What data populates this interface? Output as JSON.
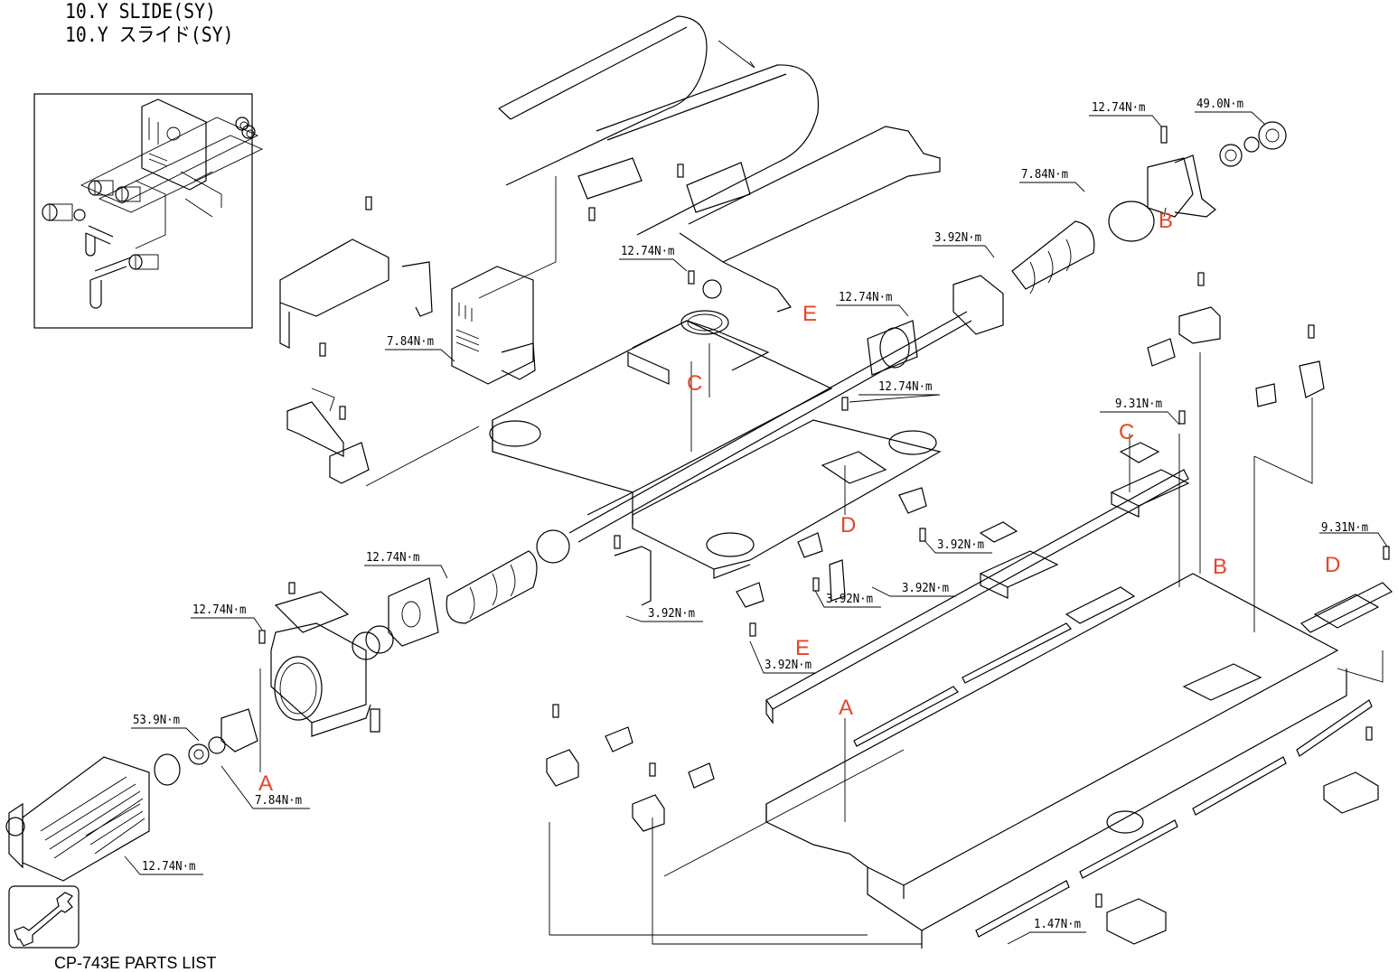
{
  "title": {
    "english": "10.Y SLIDE(SY)",
    "japanese": "10.Y スライド(SY)"
  },
  "footer": {
    "text": "CP-743E PARTS LIST",
    "icon": "wrench-icon"
  },
  "torque_labels": [
    {
      "id": "t-bracket-top",
      "value": "12.74N·m"
    },
    {
      "id": "t-bearing-housing",
      "value": "49.0N·m"
    },
    {
      "id": "t-bellows-ring",
      "value": "7.84N·m"
    },
    {
      "id": "t-nut-bracket",
      "value": "3.92N·m"
    },
    {
      "id": "t-cable-block",
      "value": "12.74N·m"
    },
    {
      "id": "t-ballnut",
      "value": "12.74N·m"
    },
    {
      "id": "t-table-right",
      "value": "12.74N·m"
    },
    {
      "id": "t-cable-plate",
      "value": "7.84N·m"
    },
    {
      "id": "t-block-c",
      "value": "9.31N·m"
    },
    {
      "id": "t-block-d",
      "value": "9.31N·m"
    },
    {
      "id": "t-motor-flange",
      "value": "12.74N·m"
    },
    {
      "id": "t-gearbox-top",
      "value": "12.74N·m"
    },
    {
      "id": "t-coupling",
      "value": "53.9N·m"
    },
    {
      "id": "t-bearing-cover",
      "value": "7.84N·m"
    },
    {
      "id": "t-motor-mount",
      "value": "12.74N·m"
    },
    {
      "id": "t-sensor-bracket-left",
      "value": "3.92N·m"
    },
    {
      "id": "t-sensor-dog-d",
      "value": "3.92N·m"
    },
    {
      "id": "t-sensor-plate",
      "value": "3.92N·m"
    },
    {
      "id": "t-sensor-right",
      "value": "3.92N·m"
    },
    {
      "id": "t-sensor-e",
      "value": "3.92N·m"
    },
    {
      "id": "t-rail-cover",
      "value": "1.47N·m"
    }
  ],
  "reference_marks": [
    {
      "id": "ref-b-top",
      "letter": "B"
    },
    {
      "id": "ref-e-top",
      "letter": "E"
    },
    {
      "id": "ref-c-table",
      "letter": "C"
    },
    {
      "id": "ref-d-table",
      "letter": "D"
    },
    {
      "id": "ref-c-rail",
      "letter": "C"
    },
    {
      "id": "ref-b-rail",
      "letter": "B"
    },
    {
      "id": "ref-d-rail",
      "letter": "D"
    },
    {
      "id": "ref-e-lower",
      "letter": "E"
    },
    {
      "id": "ref-a-base",
      "letter": "A"
    },
    {
      "id": "ref-a-gearbox",
      "letter": "A"
    }
  ],
  "colors": {
    "reference_mark": "#e8432a",
    "line": "#000000",
    "background": "#ffffff"
  }
}
